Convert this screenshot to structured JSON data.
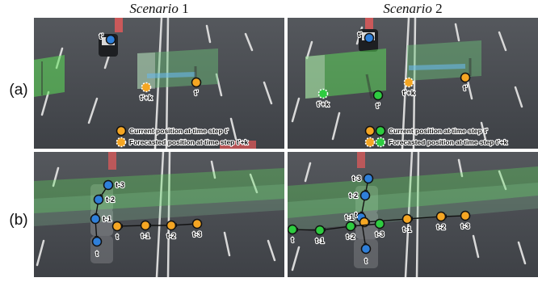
{
  "columns": [
    {
      "prefix": "Scenario",
      "number": "1"
    },
    {
      "prefix": "Scenario",
      "number": "2"
    }
  ],
  "rows": [
    "(a)",
    "(b)"
  ],
  "colors": {
    "current": "#f5a623",
    "current_green": "#2ecc40",
    "blue": "#2f7fd9",
    "barrier": "#5ee25a",
    "road": "#4a4d52"
  },
  "panels": [
    {
      "id": "a1",
      "points": [
        {
          "label": "t'",
          "kind": "current-blue"
        },
        {
          "label": "t'",
          "kind": "current-orange"
        },
        {
          "label": "t'+k",
          "kind": "forecast-orange"
        }
      ],
      "legend": [
        {
          "text": "Current position at time step t'",
          "style": "solid"
        },
        {
          "text": "Forecasted position at time step t'+k",
          "style": "dashed"
        }
      ]
    },
    {
      "id": "a2",
      "points": [
        {
          "label": "t'",
          "kind": "current-blue"
        },
        {
          "label": "t'",
          "kind": "current-orange"
        },
        {
          "label": "t'",
          "kind": "current-green"
        },
        {
          "label": "t'+k",
          "kind": "forecast-orange"
        },
        {
          "label": "t'+k",
          "kind": "forecast-green"
        }
      ],
      "legend": [
        {
          "text": "Current position at time step t'",
          "style": "solid"
        },
        {
          "text": "Forecasted position at time step t'+k",
          "style": "dashed"
        }
      ]
    },
    {
      "id": "b1",
      "blue_track": [
        "t-3",
        "t-2",
        "t-1",
        "t"
      ],
      "orange_track": [
        "t-3",
        "t-2",
        "t-1",
        "t"
      ]
    },
    {
      "id": "b2",
      "blue_track": [
        "t-3",
        "t-2",
        "t-1",
        "t"
      ],
      "orange_track": [
        "t-3",
        "t-2",
        "t-1",
        "t"
      ],
      "green_track": [
        "t-3",
        "t-2",
        "t-1",
        "t"
      ]
    }
  ]
}
